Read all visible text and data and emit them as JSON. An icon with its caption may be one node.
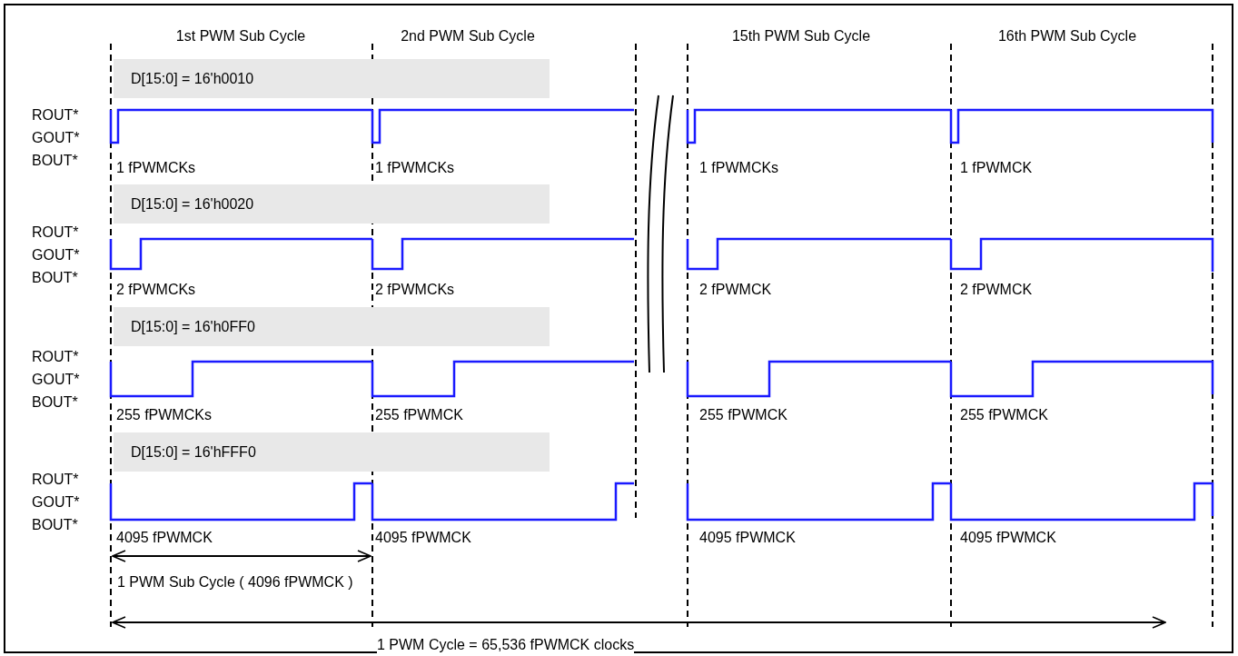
{
  "diagram": {
    "nodes": [
      {
        "text": [
          "D[15:0] = 16'h0010"
        ]
      },
      {
        "text": [
          "D[15:0] = 16'h0020"
        ]
      },
      {
        "text": [
          "D[15:0] = 16'h0FF0"
        ]
      },
      {
        "text": [
          "D[15:0] = 16'hFFF0"
        ]
      }
    ],
    "labels": [
      "1st PWM Sub Cycle",
      "2nd PWM Sub Cycle",
      "15th PWM Sub Cycle",
      "16th PWM Sub Cycle",
      "ROUT*",
      "GOUT*",
      "BOUT*",
      "1 fPWMCKs",
      "1 fPWMCKs",
      "1 fPWMCKs",
      "1 fPWMCK",
      "ROUT*",
      "GOUT*",
      "BOUT*",
      "2 fPWMCKs",
      "2 fPWMCKs",
      "2 fPWMCK",
      "2 fPWMCK",
      "ROUT*",
      "GOUT*",
      "BOUT*",
      "255 fPWMCKs",
      "255 fPWMCK",
      "255 fPWMCK",
      "255 fPWMCK",
      "ROUT*",
      "GOUT*",
      "BOUT*",
      "4095 fPWMCK",
      "4095 fPWMCK",
      "4095 fPWMCK",
      "4095 fPWMCK",
      "1 PWM Sub Cycle ( 4096 fPWMCK )",
      "1 PWM Cycle = 65,536 fPWMCK clocks"
    ]
  }
}
